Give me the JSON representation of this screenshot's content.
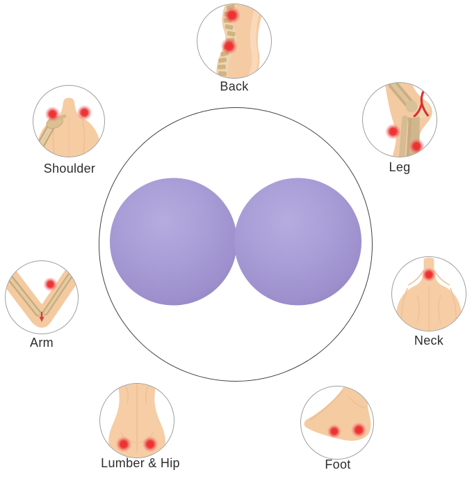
{
  "body_parts": [
    {
      "label": "Back",
      "icon": "back-icon"
    },
    {
      "label": "Shoulder",
      "icon": "shoulder-icon"
    },
    {
      "label": "Leg",
      "icon": "leg-icon"
    },
    {
      "label": "Arm",
      "icon": "arm-icon"
    },
    {
      "label": "Neck",
      "icon": "neck-icon"
    },
    {
      "label": "Lumber & Hip",
      "icon": "lumber-hip-icon"
    },
    {
      "label": "Foot",
      "icon": "foot-icon"
    }
  ],
  "product": {
    "description": "two purple peanut massage balls inside outlined circle",
    "balls_visible": 2
  },
  "colors": {
    "ball_purple": "#a79dd6",
    "ball_highlight": "#bab0e2",
    "pain_red": "#ec2f2f",
    "skin": "#f5cba3",
    "bone": "#d2b282",
    "small_circle_stroke": "#9e9e9e",
    "big_circle_stroke": "#3f3f3f",
    "label_text": "#2c2c2c"
  }
}
